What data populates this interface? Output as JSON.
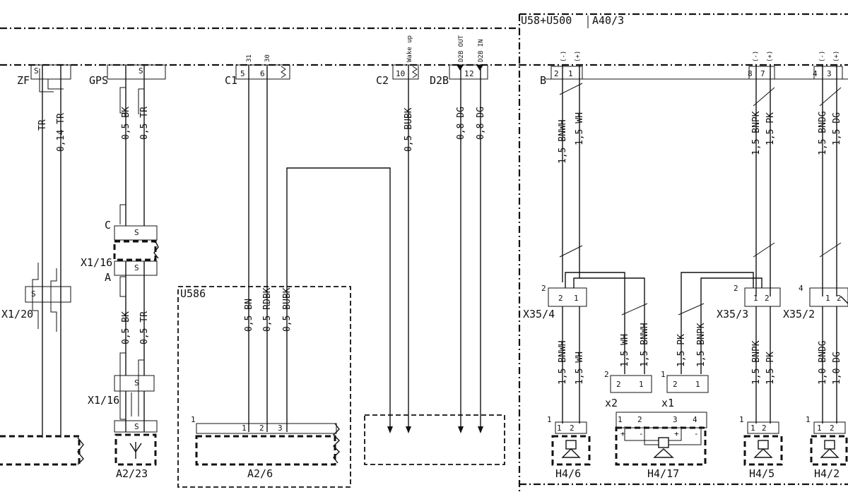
{
  "modules": {
    "u58": "U58+U500",
    "a40": "A40/3",
    "u586": "U586"
  },
  "connectors": {
    "zf": "ZF",
    "gps": "GPS",
    "c1": "C1",
    "c2": "C2",
    "d2b": "D2B",
    "b": "B",
    "x1_20": "X1/20",
    "x1_16_top": "X1/16",
    "x1_16_bottom": "X1/16",
    "x35_4": "X35/4",
    "x35_3": "X35/3",
    "x35_2": "X35/2",
    "x2": "x2",
    "x1": "x1",
    "c_label": "C",
    "a_label": "A"
  },
  "components": {
    "a2_23": "A2/23",
    "a2_6": "A2/6",
    "h4_6": "H4/6",
    "h4_17": "H4/17",
    "h4_5": "H4/5",
    "h4_2": "H4/2"
  },
  "pin_functions": {
    "p31": "31",
    "p30": "30",
    "wake": "Wake up",
    "d2b_out": "D2B OUT",
    "d2b_in": "D2B IN",
    "minus": "(-)",
    "plus": "(+)"
  },
  "pins": {
    "s": "S",
    "n1": "1",
    "n2": "2",
    "n3": "3",
    "n4": "4",
    "n5": "5",
    "n6": "6",
    "n7": "7",
    "n8": "8",
    "n10": "10",
    "plus": "+",
    "minus": "-"
  },
  "wires": {
    "zf_a": "TR",
    "zf_b": "0,14 TR",
    "gps_a": "0,5 BK",
    "gps_b": "0,5 TR",
    "gps_c": "0,5 BK",
    "gps_d": "0,5 TR",
    "c1_a": "0,5 BN",
    "c1_b": "0,5 RDBK",
    "c1_c": "0,5 BUBK",
    "c2_a": "0,5 BUBK",
    "d2b_a": "0,8 DG",
    "d2b_b": "0,8 DG",
    "b1_a": "1,5 BNWH",
    "b1_b": "1,5 WH",
    "b2_a": "1,5 BNPK",
    "b2_b": "1,5 PK",
    "b3_a": "1,5 BNDG",
    "b3_b": "1,5 DG",
    "h46_a": "1,5 BNWH",
    "h46_b": "1,5 WH",
    "x2_a": "1,5 WH",
    "x2_b": "1,5 BNWH",
    "x1_a": "1,5 PK",
    "x1_b": "1,5 BNPK",
    "h45_a": "1,5 BNPK",
    "h45_b": "1,5 PK",
    "h42_a": "1,0 BNDG",
    "h42_b": "1,0 DG"
  }
}
